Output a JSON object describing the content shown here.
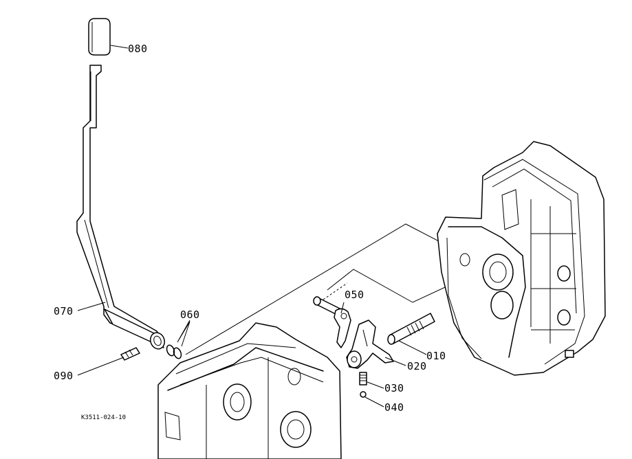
{
  "parts": {
    "p080": "080",
    "p070": "070",
    "p060": "060",
    "p090": "090",
    "p050": "050",
    "p010": "010",
    "p020": "020",
    "p030": "030",
    "p040": "040"
  },
  "drawing_ref": "K3511-024-10"
}
